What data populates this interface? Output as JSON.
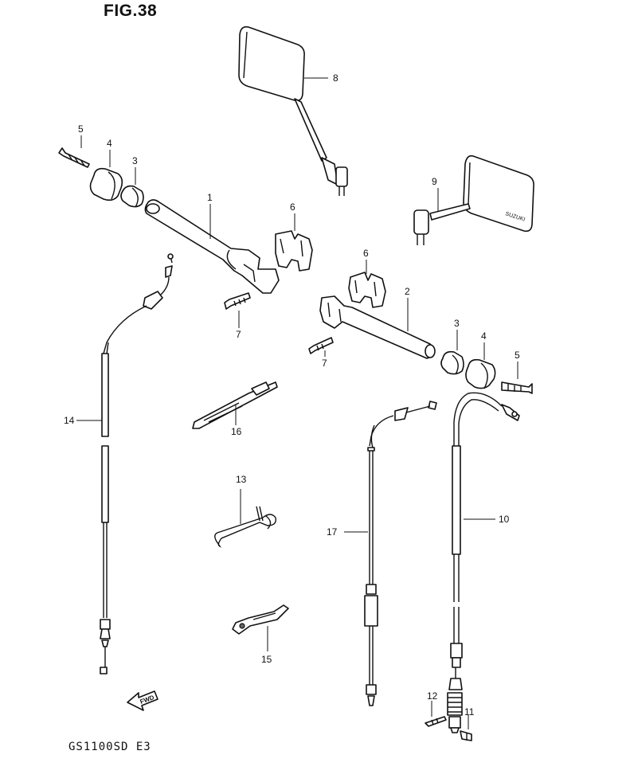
{
  "figure": {
    "title": "FIG.38",
    "model_code": "GS1100SD  E3"
  },
  "mirror_brand": "SUZUKI",
  "front_arrow": {
    "label": "FWD"
  },
  "callouts": {
    "p1": "1",
    "p2": "2",
    "p3a": "3",
    "p3b": "3",
    "p4a": "4",
    "p4b": "4",
    "p5a": "5",
    "p5b": "5",
    "p6a": "6",
    "p6b": "6",
    "p7a": "7",
    "p7b": "7",
    "p8": "8",
    "p9": "9",
    "p10": "10",
    "p11": "11",
    "p12": "12",
    "p13": "13",
    "p14": "14",
    "p15": "15",
    "p16": "16",
    "p17": "17"
  }
}
